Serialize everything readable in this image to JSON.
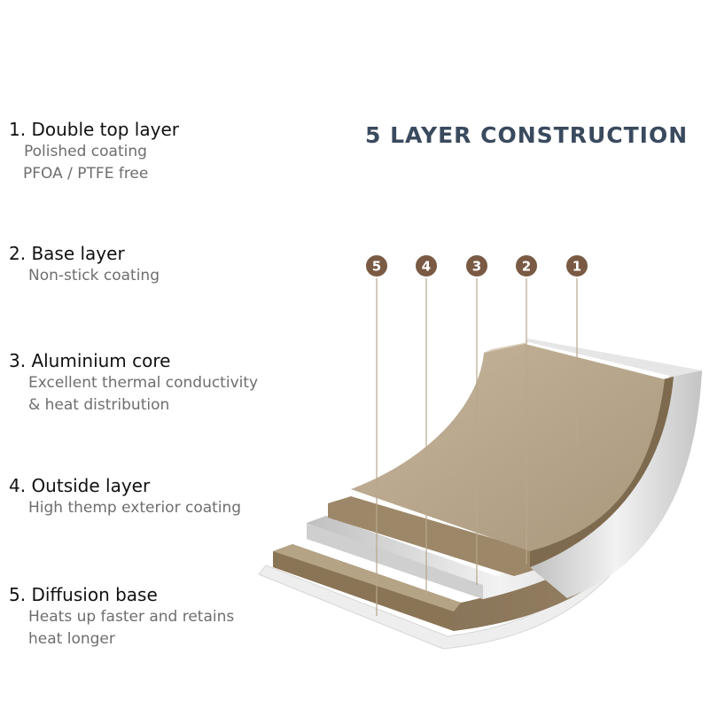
{
  "title": "5 LAYER CONSTRUCTION",
  "layers": [
    {
      "number": "1",
      "title": "1. Double top layer",
      "lines": [
        "Polished coating",
        "PFOA / PTFE free"
      ]
    },
    {
      "number": "2",
      "title": "2. Base layer",
      "lines": [
        "Non-stick coating"
      ]
    },
    {
      "number": "3",
      "title": "3. Aluminium core",
      "lines": [
        "Excellent thermal conductivity",
        "& heat distribution"
      ]
    },
    {
      "number": "4",
      "title": "4. Outside layer",
      "lines": [
        "High themp exterior coating"
      ]
    },
    {
      "number": "5",
      "title": "5. Diffusion base",
      "lines": [
        "Heats up faster and retains",
        "heat longer"
      ]
    }
  ],
  "colors": {
    "title": "#3a4a5e",
    "marker": "#7a5a44",
    "beige": "#b9a78e",
    "brown": "#8a7558",
    "silver": "#d8d8d8",
    "white_base": "#f0f0f0"
  }
}
